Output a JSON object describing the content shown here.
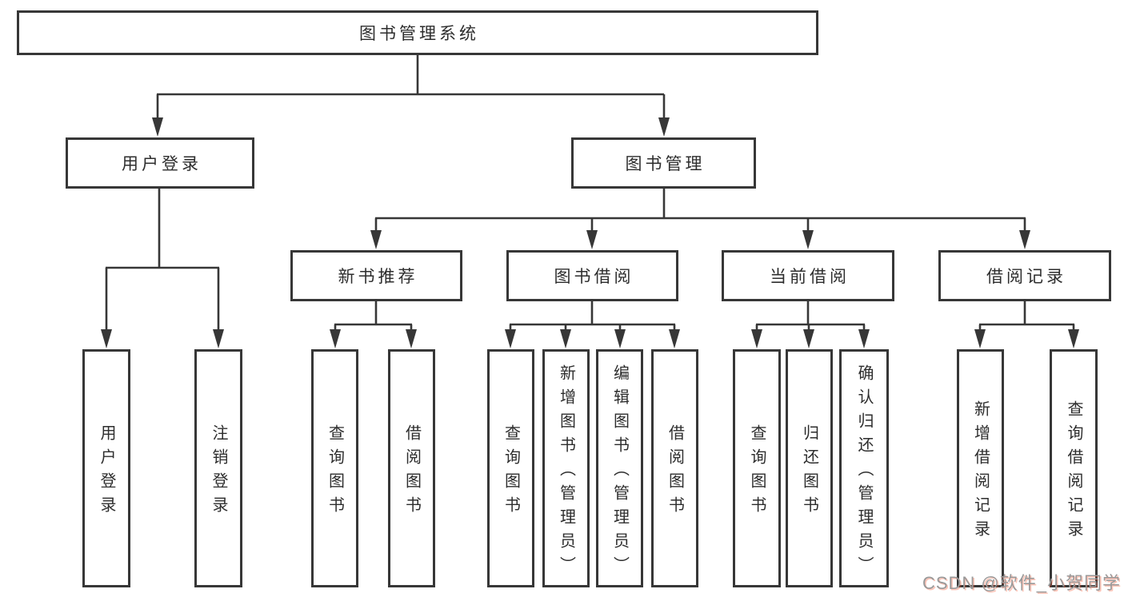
{
  "diagram": {
    "root": {
      "label": "图书管理系统",
      "children": [
        {
          "label": "用户登录",
          "children": [
            {
              "label": "用户登录"
            },
            {
              "label": "注销登录"
            }
          ]
        },
        {
          "label": "图书管理",
          "children": [
            {
              "label": "新书推荐",
              "children": [
                {
                  "label": "查询图书"
                },
                {
                  "label": "借阅图书"
                }
              ]
            },
            {
              "label": "图书借阅",
              "children": [
                {
                  "label": "查询图书"
                },
                {
                  "label": "新增图书（管理员）"
                },
                {
                  "label": "编辑图书（管理员）"
                },
                {
                  "label": "借阅图书"
                }
              ]
            },
            {
              "label": "当前借阅",
              "children": [
                {
                  "label": "查询图书"
                },
                {
                  "label": "归还图书"
                },
                {
                  "label": "确认归还（管理员）"
                }
              ]
            },
            {
              "label": "借阅记录",
              "children": [
                {
                  "label": "新增借阅记录"
                },
                {
                  "label": "查询借阅记录"
                }
              ]
            }
          ]
        }
      ]
    }
  },
  "watermark": {
    "text": "CSDN @软件_小贺同学"
  },
  "colors": {
    "line": "#373737",
    "box_border": "#373737",
    "text": "#2d2d2d",
    "background": "#ffffff",
    "watermark": "#999999",
    "watermark_accent": "#fc5531"
  }
}
